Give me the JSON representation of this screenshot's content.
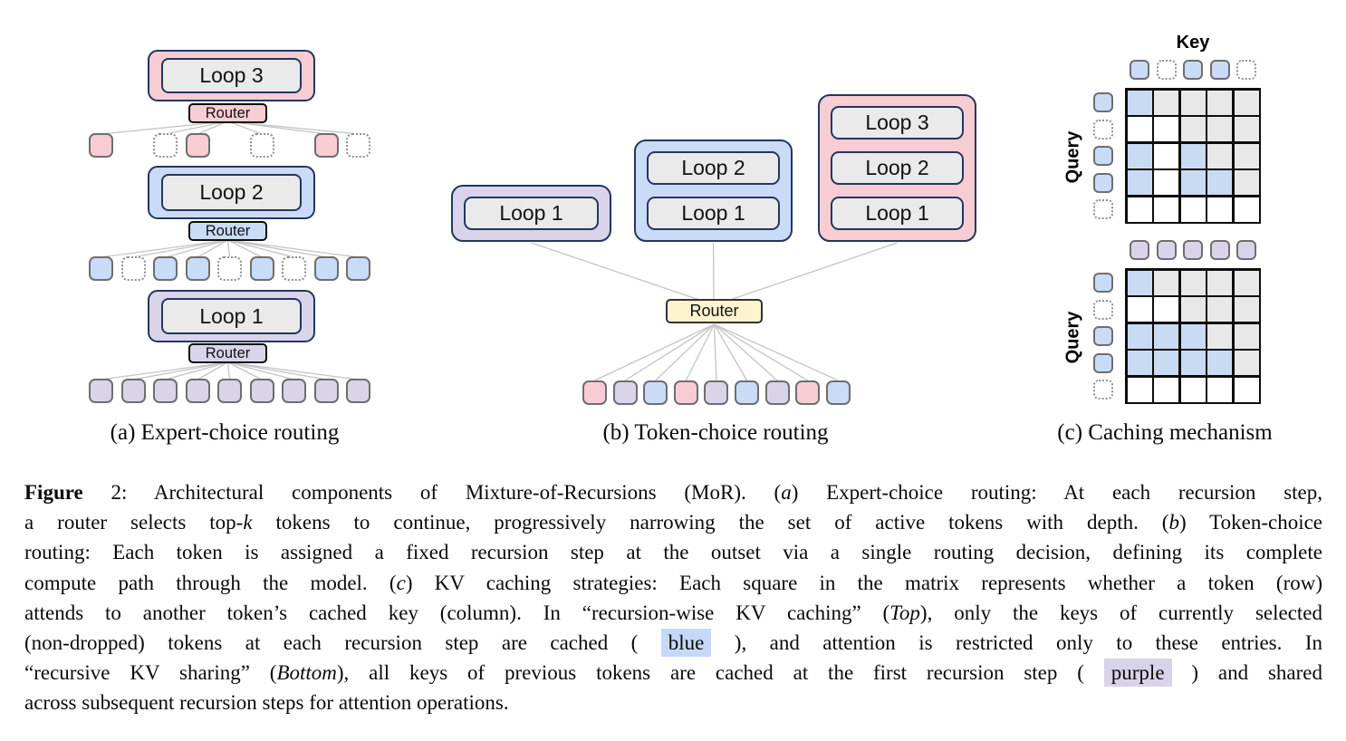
{
  "colors": {
    "pink": "#f7cdd3",
    "blue": "#c9dbf6",
    "purple": "#dad4ea",
    "yellow": "#fdf3cf",
    "cell_blue": "#c9daf3",
    "cell_gray": "#e8e8e8",
    "cell_white": "#ffffff",
    "loop_border": "#24365f",
    "highlight_blue": "#c5d9f7",
    "highlight_purple": "#d9d2ea"
  },
  "panel_a": {
    "caption": "(a) Expert-choice routing",
    "blocks": [
      {
        "label": "Loop 3",
        "color": "pink",
        "router_label": "Router"
      },
      {
        "label": "Loop 2",
        "color": "blue",
        "router_label": "Router"
      },
      {
        "label": "Loop 1",
        "color": "purple",
        "router_label": "Router"
      }
    ],
    "token_rows": [
      [
        "pink",
        "none",
        "dotted",
        "pink",
        "none",
        "dotted",
        "none",
        "pink",
        "dotted"
      ],
      [
        "blue",
        "dotted",
        "blue",
        "blue",
        "dotted",
        "blue",
        "dotted",
        "blue",
        "blue"
      ],
      [
        "purple",
        "purple",
        "purple",
        "purple",
        "purple",
        "purple",
        "purple",
        "purple",
        "purple"
      ]
    ]
  },
  "panel_b": {
    "caption": "(b) Token-choice routing",
    "router_label": "Router",
    "stacks": [
      {
        "color": "purple",
        "labels": [
          "Loop 1"
        ]
      },
      {
        "color": "blue",
        "labels": [
          "Loop 2",
          "Loop 1"
        ]
      },
      {
        "color": "pink",
        "labels": [
          "Loop 3",
          "Loop 2",
          "Loop 1"
        ]
      }
    ],
    "tokens": [
      "pink",
      "purple",
      "blue",
      "pink",
      "purple",
      "blue",
      "purple",
      "pink",
      "blue"
    ]
  },
  "panel_c": {
    "caption": "(c) Caching mechanism",
    "key_label": "Key",
    "query_label": "Query",
    "matrices": [
      {
        "name": "recursion-wise KV caching",
        "col_tokens": [
          "blue",
          "dotted",
          "blue",
          "blue",
          "dotted"
        ],
        "row_tokens": [
          "blue",
          "dotted",
          "blue",
          "blue",
          "dotted"
        ],
        "cells": [
          [
            "blue",
            "gray",
            "gray",
            "gray",
            "gray"
          ],
          [
            "white",
            "white",
            "gray",
            "gray",
            "gray"
          ],
          [
            "blue",
            "white",
            "blue",
            "gray",
            "gray"
          ],
          [
            "blue",
            "white",
            "blue",
            "blue",
            "gray"
          ],
          [
            "white",
            "white",
            "white",
            "white",
            "white"
          ]
        ]
      },
      {
        "name": "recursive KV sharing",
        "col_tokens": [
          "purple",
          "purple",
          "purple",
          "purple",
          "purple"
        ],
        "row_tokens": [
          "blue",
          "dotted",
          "blue",
          "blue",
          "dotted"
        ],
        "cells": [
          [
            "blue",
            "gray",
            "gray",
            "gray",
            "gray"
          ],
          [
            "white",
            "white",
            "gray",
            "gray",
            "gray"
          ],
          [
            "blue",
            "blue",
            "blue",
            "gray",
            "gray"
          ],
          [
            "blue",
            "blue",
            "blue",
            "blue",
            "gray"
          ],
          [
            "white",
            "white",
            "white",
            "white",
            "white"
          ]
        ]
      }
    ]
  },
  "caption": {
    "lines": [
      [
        {
          "t": "Figure",
          "s": "b"
        },
        {
          "t": " 2: Architectural components of Mixture-of-Recursions (MoR). (",
          "s": ""
        },
        {
          "t": "a",
          "s": "i"
        },
        {
          "t": ") Expert-choice routing: At each recursion step,",
          "s": ""
        }
      ],
      [
        {
          "t": "a router selects top-",
          "s": ""
        },
        {
          "t": "k",
          "s": "i"
        },
        {
          "t": " tokens to continue, progressively narrowing the set of active tokens with depth. (",
          "s": ""
        },
        {
          "t": "b",
          "s": "i"
        },
        {
          "t": ") Token-choice",
          "s": ""
        }
      ],
      [
        {
          "t": "routing: Each token is assigned a fixed recursion step at the outset via a single routing decision, defining its complete",
          "s": ""
        }
      ],
      [
        {
          "t": "compute path through the model. (",
          "s": ""
        },
        {
          "t": "c",
          "s": "i"
        },
        {
          "t": ") KV caching strategies: Each square in the matrix represents whether a token (row)",
          "s": ""
        }
      ],
      [
        {
          "t": "attends to another token’s cached key (column). In “recursion-wise KV caching” (",
          "s": ""
        },
        {
          "t": "Top",
          "s": "i"
        },
        {
          "t": "), only the keys of currently selected",
          "s": ""
        }
      ],
      [
        {
          "t": "(non-dropped) tokens at each recursion step are cached ( ",
          "s": ""
        },
        {
          "t": "blue",
          "s": "hb"
        },
        {
          "t": " ), and attention is restricted only to these entries. In",
          "s": ""
        }
      ],
      [
        {
          "t": "“recursive KV sharing” (",
          "s": ""
        },
        {
          "t": "Bottom",
          "s": "i"
        },
        {
          "t": "), all keys of previous tokens are cached at the first recursion step ( ",
          "s": ""
        },
        {
          "t": "purple",
          "s": "hp"
        },
        {
          "t": " ) and shared",
          "s": ""
        }
      ],
      [
        {
          "t": "across subsequent recursion steps for attention operations.",
          "s": ""
        }
      ]
    ]
  }
}
